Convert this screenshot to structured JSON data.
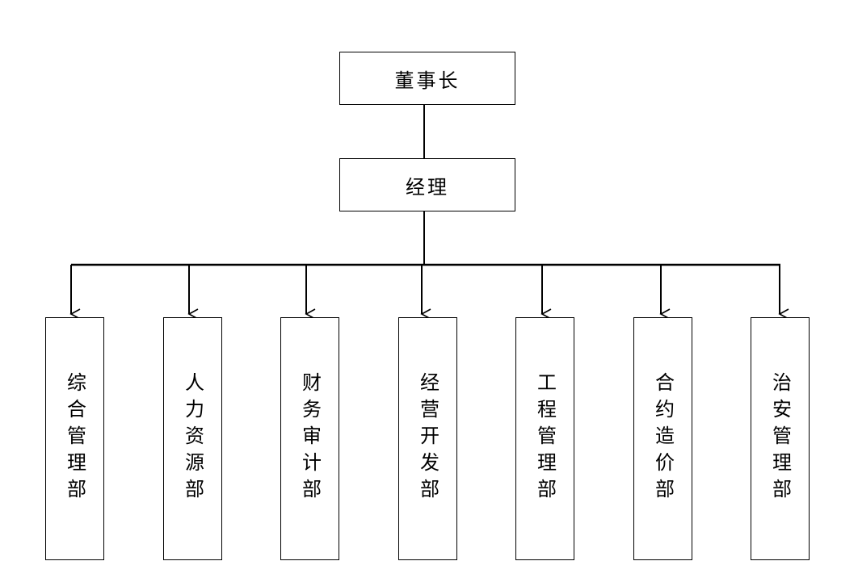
{
  "chairman": {
    "label": "董事长"
  },
  "manager": {
    "label": "经理"
  },
  "departments": [
    {
      "label": "综合管理部"
    },
    {
      "label": "人力资源部"
    },
    {
      "label": "财务审计部"
    },
    {
      "label": "经营开发部"
    },
    {
      "label": "工程管理部"
    },
    {
      "label": "合约造价部"
    },
    {
      "label": "治安管理部"
    }
  ]
}
